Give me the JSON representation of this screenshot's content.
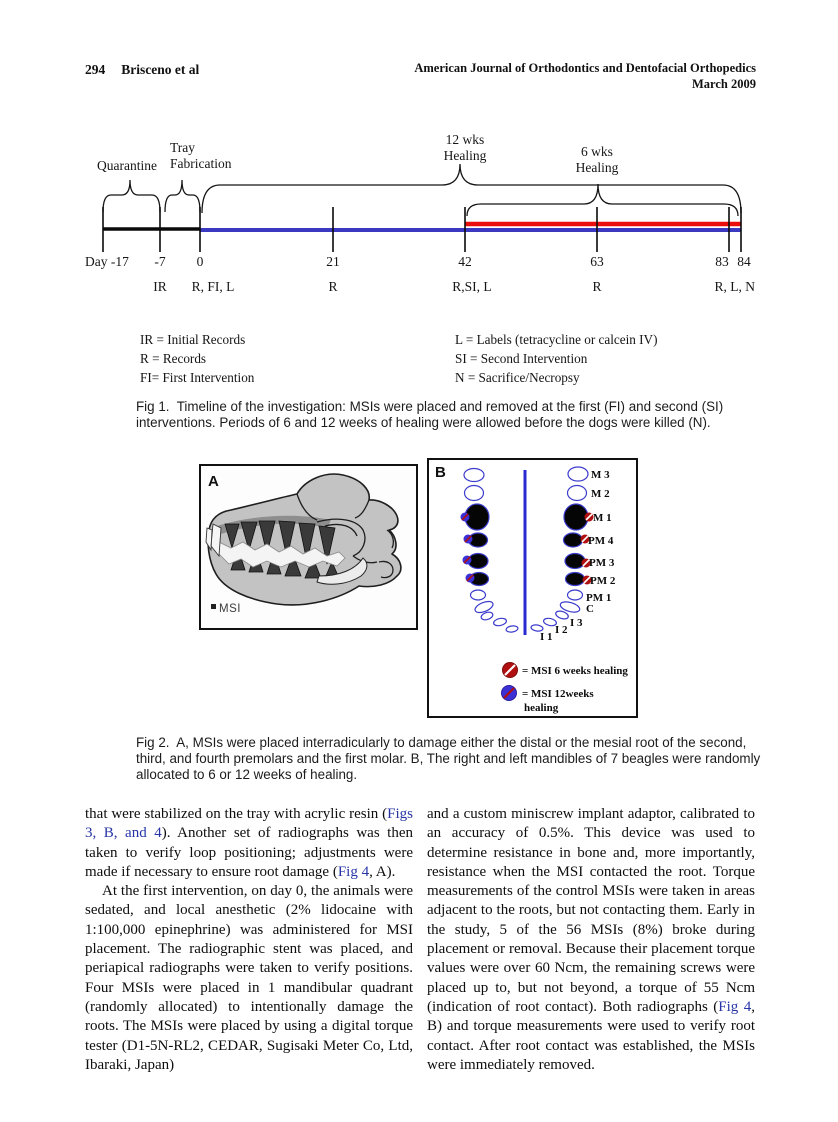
{
  "header": {
    "page_number": "294",
    "authors": "Brisceno et al",
    "journal": "American Journal of Orthodontics and Dentofacial Orthopedics",
    "issue": "March 2009"
  },
  "figure1": {
    "phases": {
      "quarantine": "Quarantine",
      "tray_line1": "Tray",
      "tray_line2": "Fabrication",
      "heal12_line1": "12 wks",
      "heal12_line2": "Healing",
      "heal6_line1": "6 wks",
      "heal6_line2": "Healing"
    },
    "days": [
      "Day -17",
      "-7",
      "0",
      "21",
      "42",
      "63",
      "83",
      "84"
    ],
    "events": [
      "IR",
      "R, FI, L",
      "R",
      "R,SI, L",
      "R",
      "R, L, N"
    ],
    "legend_left": [
      "IR = Initial Records",
      "R = Records",
      "FI= First Intervention"
    ],
    "legend_right": [
      "L = Labels (tetracycline or calcein IV)",
      "SI = Second Intervention",
      "N = Sacrifice/Necropsy"
    ],
    "caption": "Fig 1.  Timeline of the investigation: MSIs were placed and removed at the first (FI) and second (SI) interventions. Periods of 6 and 12 weeks of healing were allowed before the dogs were killed (N)."
  },
  "figure2": {
    "panelA": {
      "label": "A",
      "msi_label": "MSI"
    },
    "panelB": {
      "label": "B",
      "teeth": [
        "M 3",
        "M 2",
        "M 1",
        "PM 4",
        "PM 3",
        "PM 2",
        "PM 1",
        "C",
        "I 3",
        "I 2",
        "I 1"
      ],
      "legend6": "= MSI 6 weeks healing",
      "legend12_line1": "= MSI 12weeks",
      "legend12_line2": "healing"
    },
    "caption": "Fig 2.  A, MSIs were placed interradicularly to damage either the distal or the mesial root of the second, third, and fourth premolars and the first molar. B, The right and left mandibles of 7 beagles were randomly allocated to 6 or 12 weeks of healing."
  },
  "colors": {
    "timeline_blue": "#3a39c0",
    "timeline_red": "#e90d0b",
    "tooth_outline_blue": "#3c3ccd",
    "marker_red": "#b01010",
    "marker_blue": "#3b2fd6",
    "reference_link_blue": "#2634a5"
  },
  "body": {
    "left": [
      {
        "indent": false,
        "segments": [
          {
            "text": "that were stabilized on the tray with acrylic resin ("
          },
          {
            "text": "Figs 3, B, and 4",
            "link": true
          },
          {
            "text": "). Another set of radiographs was then taken to verify loop positioning; adjustments were made if necessary to ensure root damage ("
          },
          {
            "text": "Fig 4",
            "link": true
          },
          {
            "text": ", A)."
          }
        ]
      },
      {
        "indent": true,
        "segments": [
          {
            "text": "At the first intervention, on day 0, the animals were sedated, and local anesthetic (2% lidocaine with 1:100,000 epinephrine) was administered for MSI placement. The radiographic stent was placed, and periapical radiographs were taken to verify positions. Four MSIs were placed in 1 mandibular quadrant (randomly allocated) to intentionally damage the roots. The MSIs were placed by using a digital torque tester (D1-5N-RL2, CEDAR, Sugisaki Meter Co, Ltd, Ibaraki, Japan)"
          }
        ]
      }
    ],
    "right": [
      {
        "indent": false,
        "segments": [
          {
            "text": "and a custom miniscrew implant adaptor, calibrated to an accuracy of 0.5%. This device was used to determine resistance in bone and, more importantly, resistance when the MSI contacted the root. Torque measurements of the control MSIs were taken in areas adjacent to the roots, but not contacting them. Early in the study, 5 of the 56 MSIs (8%) broke during placement or removal. Because their placement torque values were over 60 Ncm, the remaining screws were placed up to, but not beyond, a torque of 55 Ncm (indication of root contact). Both radiographs ("
          },
          {
            "text": "Fig 4",
            "link": true
          },
          {
            "text": ", B) and torque measurements were used to verify root contact. After root contact was established, the MSIs were immediately removed."
          }
        ]
      }
    ]
  }
}
